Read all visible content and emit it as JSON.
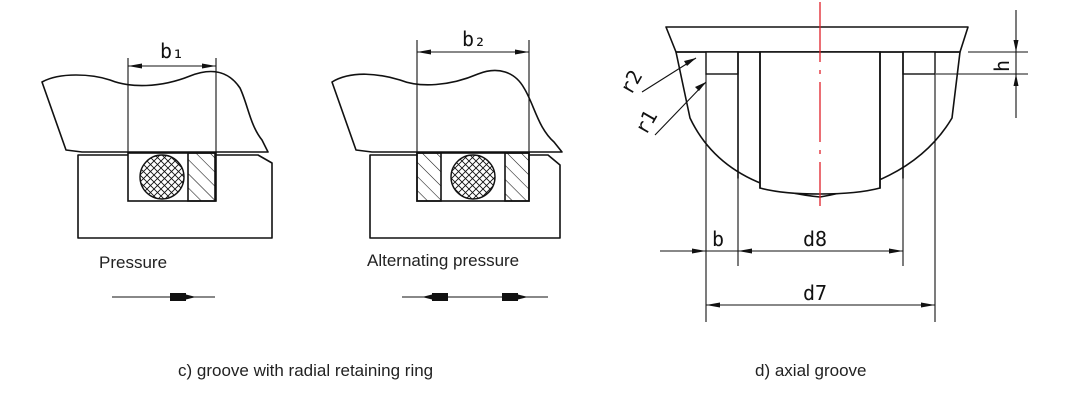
{
  "panel_c": {
    "caption": "c) groove with radial retaining ring",
    "left": {
      "dim_label": "b₁",
      "label": "Pressure"
    },
    "right": {
      "dim_label": "b₂",
      "label": "Alternating pressure"
    }
  },
  "panel_d": {
    "caption": "d) axial groove",
    "labels": {
      "r2": "r2",
      "r1": "r1",
      "h": "h",
      "b": "b",
      "d8": "d8",
      "d7": "d7"
    },
    "centerline_color": "#e0202a"
  }
}
